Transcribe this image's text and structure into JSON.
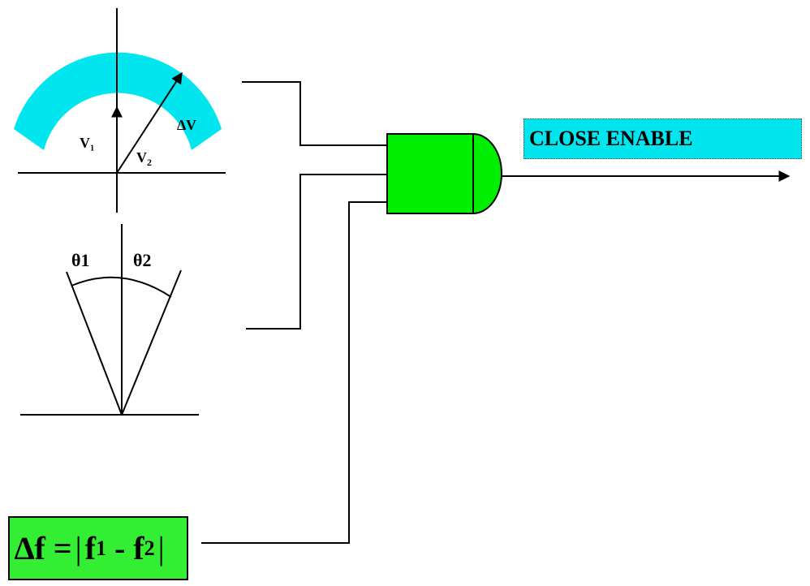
{
  "colors": {
    "voltage_band": "#00e5ee",
    "and_gate": "#00ee00",
    "output_box": "#00e5ee",
    "freq_box": "#33ee33",
    "line": "#000000"
  },
  "voltage_diagram": {
    "v1_label": "V₁",
    "v2_label": "V",
    "v2_subscript": "2",
    "delta_v_label": "∆V"
  },
  "angle_diagram": {
    "theta1_label": "θ1",
    "theta2_label": "θ2"
  },
  "output": {
    "label": "CLOSE ENABLE"
  },
  "frequency": {
    "prefix": "∆f = ",
    "bar_open": "|",
    "f1": "f",
    "f1_sub": "1",
    "minus": " - ",
    "f2": "f",
    "f2_sub": "2",
    "bar_close": "|"
  }
}
